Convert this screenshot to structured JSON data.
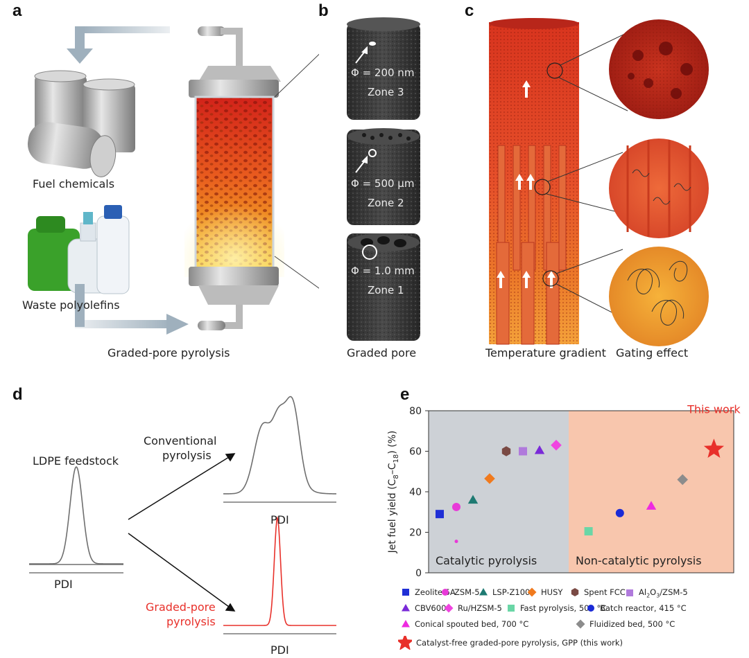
{
  "panels": {
    "a": "a",
    "b": "b",
    "c": "c",
    "d": "d",
    "e": "e"
  },
  "panel_a": {
    "fuel_label": "Fuel chemicals",
    "waste_label": "Waste polyolefins",
    "process_label": "Graded-pore pyrolysis"
  },
  "panel_b": {
    "caption": "Graded pore",
    "zones": [
      {
        "phi": "Φ = 200 nm",
        "zone": "Zone 3"
      },
      {
        "phi": "Φ = 500 µm",
        "zone": "Zone 2"
      },
      {
        "phi": "Φ = 1.0 mm",
        "zone": "Zone 1"
      }
    ]
  },
  "panel_c": {
    "caption_left": "Temperature gradient",
    "caption_right": "Gating effect"
  },
  "panel_d": {
    "feedstock_label": "LDPE feedstock",
    "conventional_label_1": "Conventional",
    "conventional_label_2": "pyrolysis",
    "graded_label_1": "Graded-pore",
    "graded_label_2": "pyrolysis",
    "pdi": "PDI",
    "graded_color": "#e8302a",
    "curve_color": "#6e6e6e"
  },
  "chart_data": {
    "type": "scatter",
    "ylabel": "Jet fuel yield (C8–C18) (%)",
    "ylim": [
      0,
      80
    ],
    "yticks": [
      0,
      20,
      40,
      60,
      80
    ],
    "regions": [
      {
        "label": "Catalytic pyrolysis",
        "color": "#cdd1d6"
      },
      {
        "label": "Non-catalytic pyrolysis",
        "color": "#f8c6ad"
      }
    ],
    "annotation": "This work",
    "annotation_color": "#e8302a",
    "series": [
      {
        "name": "Zeolite 5A",
        "marker": "square",
        "color": "#1f2fd6",
        "value": 29,
        "region": 0
      },
      {
        "name": "ZSM-5",
        "marker": "circle",
        "color": "#e83ad8",
        "value": 32.5,
        "region": 0
      },
      {
        "name": "LSP-Z100",
        "marker": "triangle",
        "color": "#1e7a72",
        "value": 36,
        "region": 0
      },
      {
        "name": "HUSY",
        "marker": "diamond",
        "color": "#f07a1e",
        "value": 46.5,
        "region": 0
      },
      {
        "name": "Spent FCC",
        "marker": "hexagon",
        "color": "#7a4a44",
        "value": 60,
        "region": 0
      },
      {
        "name": "Al2O3/ZSM-5",
        "marker": "square",
        "color": "#b07adc",
        "value": 60,
        "region": 0
      },
      {
        "name": "CBV600",
        "marker": "triangle",
        "color": "#7a2ad8",
        "value": 60.5,
        "region": 0
      },
      {
        "name": "Ru/HZSM-5",
        "marker": "diamond",
        "color": "#f044e0",
        "value": 63,
        "region": 0
      },
      {
        "name": "Fast pyrolysis, 500 °C",
        "marker": "square",
        "color": "#6ad6a6",
        "value": 20.5,
        "region": 1
      },
      {
        "name": "Batch reactor, 415 °C",
        "marker": "circle",
        "color": "#1a2ad6",
        "value": 29.5,
        "region": 1
      },
      {
        "name": "Conical spouted bed, 700 °C",
        "marker": "triangle",
        "color": "#ee2ae0",
        "value": 33,
        "region": 1
      },
      {
        "name": "Fluidized bed, 500 °C",
        "marker": "diamond",
        "color": "#8c8c8c",
        "value": 46,
        "region": 1
      },
      {
        "name": "Catalyst-free graded-pore pyrolysis, GPP (this work)",
        "marker": "star",
        "color": "#e8302a",
        "value": 61,
        "region": 1
      }
    ],
    "extra_point": {
      "value": 15.5,
      "color": "#e83ad8"
    }
  }
}
